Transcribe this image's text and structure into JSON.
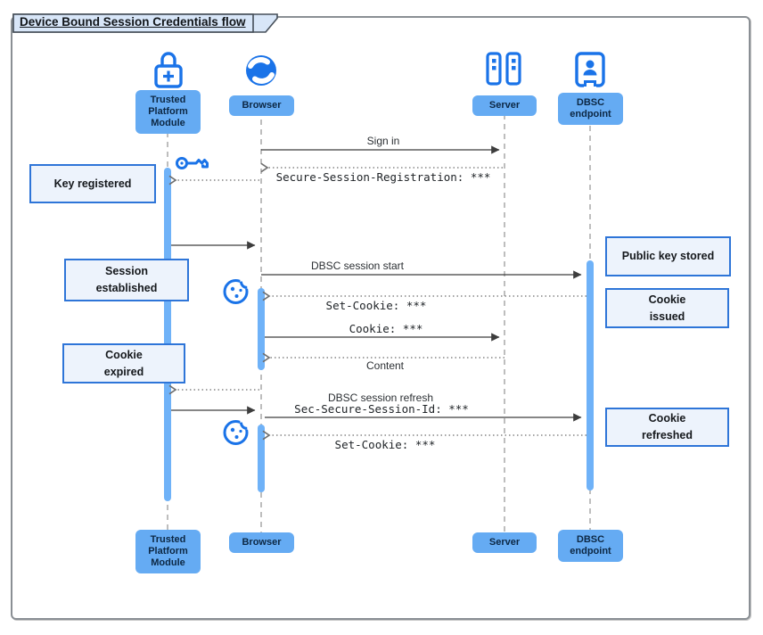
{
  "title": "Device Bound Session Credentials flow",
  "colors": {
    "accent_icon_blue": "#1a73e8",
    "actor_fill": "#65abf3",
    "activation_fill": "#6fb2f8",
    "note_fill": "#edf3fc",
    "note_border": "#2e75d8"
  },
  "actors": {
    "tpm": {
      "label": "Trusted Platform Module",
      "icon": "lock-plus-icon"
    },
    "browser": {
      "label": "Browser",
      "icon": "globe-icon"
    },
    "server": {
      "label": "Server",
      "icon": "server-racks-icon"
    },
    "dbsc": {
      "label": "DBSC endpoint",
      "icon": "door-person-icon"
    }
  },
  "decorative_icons": [
    {
      "name": "key-icon",
      "meaning": "key registered at TPM"
    },
    {
      "name": "cookie-icon",
      "meaning": "cookie issued to browser"
    },
    {
      "name": "cookie-icon",
      "meaning": "cookie refreshed in browser"
    }
  ],
  "messages": [
    {
      "from": "Browser",
      "to": "Server",
      "style": "solid",
      "label": "Sign in"
    },
    {
      "from": "Server",
      "to": "Browser",
      "style": "dotted",
      "label": "Secure-Session-Registration: ***"
    },
    {
      "from": "Browser",
      "to": "Trusted Platform Module",
      "style": "dotted",
      "label": ""
    },
    {
      "from": "Trusted Platform Module",
      "to": "Browser",
      "style": "solid",
      "label": ""
    },
    {
      "from": "Browser",
      "to": "DBSC endpoint",
      "style": "solid",
      "label": "DBSC session start"
    },
    {
      "from": "DBSC endpoint",
      "to": "Browser",
      "style": "dotted",
      "label": "Set-Cookie: ***"
    },
    {
      "from": "Browser",
      "to": "Server",
      "style": "solid",
      "label": "Cookie: ***"
    },
    {
      "from": "Server",
      "to": "Browser",
      "style": "dotted",
      "label": "Content"
    },
    {
      "from": "Browser",
      "to": "Trusted Platform Module",
      "style": "dotted",
      "label": ""
    },
    {
      "from": "Trusted Platform Module",
      "to": "Browser",
      "style": "solid",
      "label": ""
    },
    {
      "from": "Browser",
      "to": "DBSC endpoint",
      "style": "solid",
      "label": "DBSC session refresh",
      "detail": "Sec-Secure-Session-Id: ***"
    },
    {
      "from": "DBSC endpoint",
      "to": "Browser",
      "style": "dotted",
      "label": "Set-Cookie: ***"
    }
  ],
  "notes": [
    {
      "label": "Key registered",
      "anchor": "Trusted Platform Module"
    },
    {
      "label": "Session established",
      "anchor": "Trusted Platform Module"
    },
    {
      "label": "Cookie expired",
      "anchor": "Trusted Platform Module"
    },
    {
      "label": "Public key stored",
      "anchor": "DBSC endpoint"
    },
    {
      "label": "Cookie issued",
      "anchor": "DBSC endpoint"
    },
    {
      "label": "Cookie refreshed",
      "anchor": "DBSC endpoint"
    }
  ]
}
